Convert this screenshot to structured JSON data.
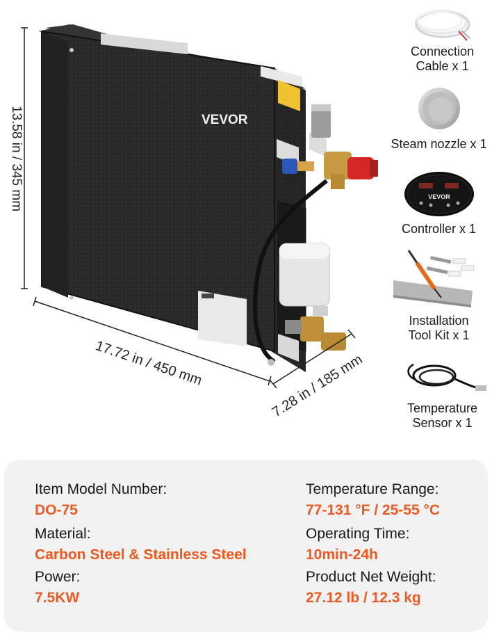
{
  "product": {
    "brand": "VEVOR",
    "dimensions": {
      "height": "13.58 in / 345 mm",
      "width": "17.72 in / 450 mm",
      "depth": "7.28 in / 185 mm"
    }
  },
  "accessories": [
    {
      "label_lines": [
        "Connection",
        "Cable x 1"
      ],
      "icon": "cable-coil-icon"
    },
    {
      "label_lines": [
        "Steam nozzle x 1"
      ],
      "icon": "steam-nozzle-icon"
    },
    {
      "label_lines": [
        "Controller x 1"
      ],
      "icon": "controller-icon",
      "screen_brand": "VEVOR"
    },
    {
      "label_lines": [
        "Installation",
        "Tool Kit x 1"
      ],
      "icon": "tool-kit-icon"
    },
    {
      "label_lines": [
        "Temperature",
        "Sensor x 1"
      ],
      "icon": "temperature-sensor-icon"
    }
  ],
  "specs": [
    {
      "label": "Item Model Number:",
      "value": "DO-75"
    },
    {
      "label": "Material:",
      "value": "Carbon Steel & Stainless Steel"
    },
    {
      "label": "Power:",
      "value": "7.5KW"
    },
    {
      "label": "Temperature Range:",
      "value": "77-131 °F / 25-55 °C"
    },
    {
      "label": "Operating Time:",
      "value": "10min-24h"
    },
    {
      "label": "Product Net Weight:",
      "value": "27.12 lb / 12.3 kg"
    }
  ],
  "colors": {
    "accent": "#ec5a23",
    "panel": "#f2f2f2",
    "body": "#2b2b2b"
  }
}
